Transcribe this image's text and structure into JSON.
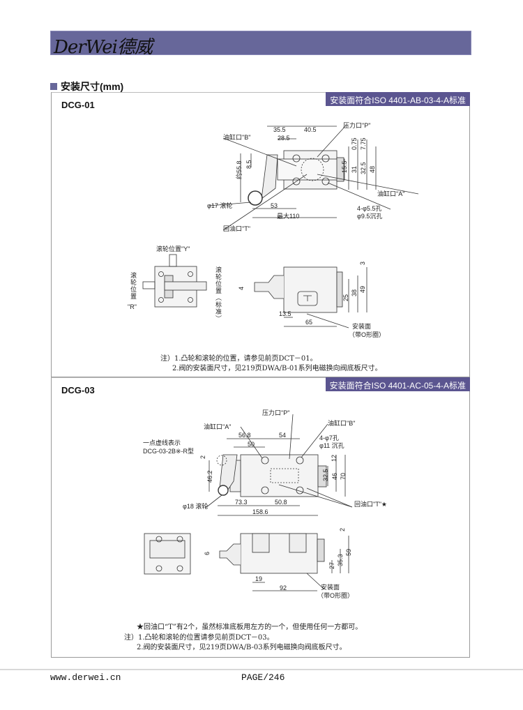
{
  "header": {
    "logo_text": "DerWei德威"
  },
  "section_title": "安装尺寸(mm)",
  "dcg01": {
    "model": "DCG-01",
    "standard": "安装面符合ISO 4401-AB-03-4-A标准",
    "top_view": {
      "dim_35_5": "35.5",
      "dim_40_5": "40.5",
      "dim_28_5": "28.5",
      "port_b": "油缸口\"B\"",
      "port_p": "压力口\"P\"",
      "dim_0_75": "0.75",
      "dim_7_75": "7.75",
      "dim_15_5": "15.5",
      "dim_31": "31",
      "dim_32_5": "32.5",
      "dim_48": "48",
      "dim_55_8": "约55.8",
      "dim_8_5": "8.5",
      "port_a": "油缸口\"A\"",
      "roller": "φ17 滚轮",
      "dim_53": "53",
      "holes": "4-φ5.5孔",
      "counterbore": "φ9.5沉孔",
      "max_110": "最大110",
      "port_t": "回油口\"T\""
    },
    "side_views": {
      "roller_y": "滚轮位置\"Y\"",
      "roller_pos_left": "滚轮位置",
      "roller_r": "\"R\"",
      "roller_std": "滚轮位置（标准）",
      "dim_3": "3",
      "dim_4": "4",
      "dim_25": "25",
      "dim_38": "38",
      "dim_49": "49",
      "dim_13_5": "13.5",
      "dim_65": "65",
      "mount_face": "安装面",
      "oring": "（带O形圈）"
    },
    "notes": [
      "注）1.凸轮和滚轮的位置，请参见前页DCT－01。",
      "2.阀的安装面尺寸，见219页DWA/B-01系列电磁换向阀底板尺寸。"
    ]
  },
  "dcg03": {
    "model": "DCG-03",
    "standard": "安装面符合ISO 4401-AC-05-4-A标准",
    "top_view": {
      "port_p": "压力口\"P\"",
      "port_a": "油缸口\"A\"",
      "port_b": "油缸口\"B\"",
      "dim_56_8": "56.8",
      "dim_54": "54",
      "dim_50": "50",
      "dash_note": "一点虚线表示",
      "dash_model": "DCG-03-2B※-R型",
      "holes": "4-φ7孔",
      "counterbore": "φ11 沉孔",
      "dim_2": "2",
      "dim_12": "12",
      "dim_32_5": "32.5",
      "dim_46": "46",
      "dim_70": "70",
      "dim_46_2": "46.2",
      "port_t": "回油口\"T\"★",
      "roller": "φ18 滚轮",
      "dim_73_3": "73.3",
      "dim_50_8": "50.8",
      "dim_158_6": "158.6"
    },
    "side_views": {
      "dim_2": "2",
      "dim_6": "6",
      "dim_27": "27",
      "dim_35_3": "35.3",
      "dim_59": "59",
      "dim_19": "19",
      "dim_92": "92",
      "mount_face": "安装面",
      "oring": "（带O形圈）"
    },
    "star_note": "★回油口“T”有2个，虽然标准底板用左方的一个，但使用任何一方都可。",
    "notes": [
      "注）1.凸轮和滚轮的位置请参见前页DCT－03。",
      "2.阀的安装面尺寸，见219页DWA/B-03系列电磁换向阀底板尺寸。"
    ]
  },
  "footer": {
    "website": "www.derwei.cn",
    "page": "PAGE/246"
  }
}
